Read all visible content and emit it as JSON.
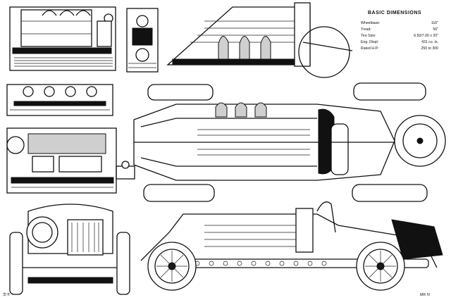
{
  "dimensions": {
    "title": "BASIC DIMENSIONS",
    "rows": [
      {
        "label": "Wheelbase:",
        "value": "116\""
      },
      {
        "label": "Tread:",
        "value": "56\""
      },
      {
        "label": "Tire Size:",
        "value": "6.50/7.00 x 20\""
      },
      {
        "label": "Eng. Displ:",
        "value": "431 cu. in."
      },
      {
        "label": "Rated H.P.:",
        "value": "250 to 300"
      }
    ]
  },
  "corner_marks": {
    "left": "华卡",
    "right": "MR IV"
  },
  "colors": {
    "ink": "#111111",
    "paper": "#ffffff",
    "shade": "#cfcfcf"
  }
}
